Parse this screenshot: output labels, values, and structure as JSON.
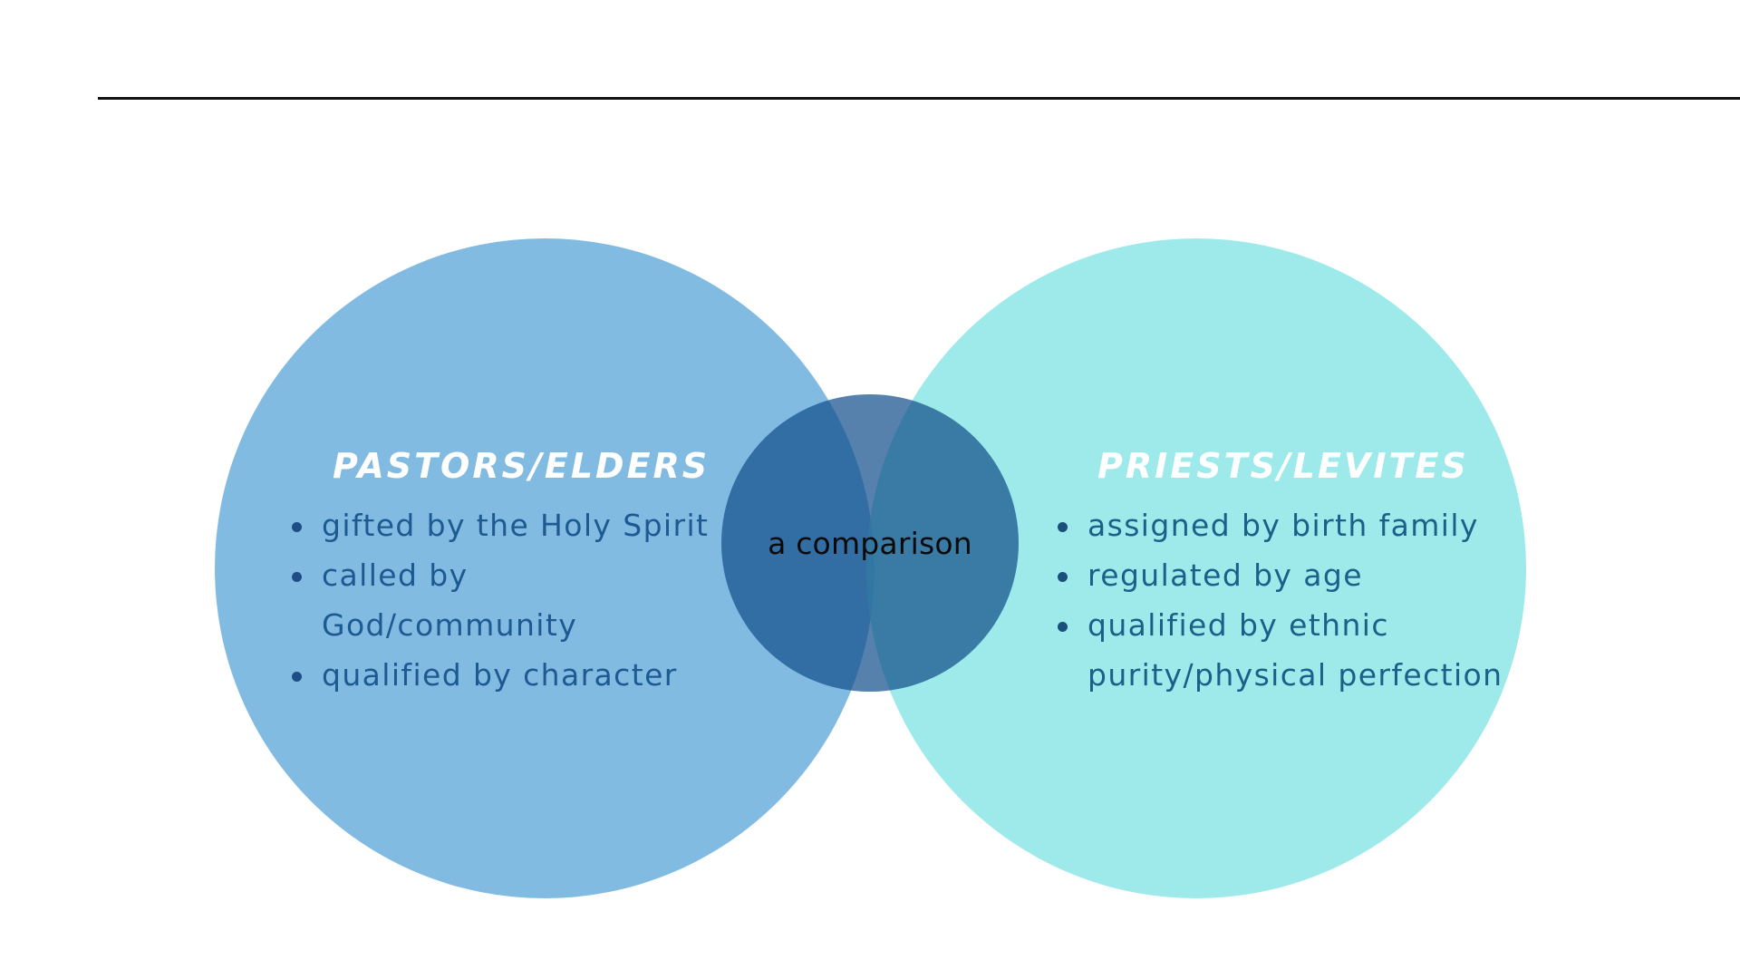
{
  "diagram": {
    "type": "venn",
    "center_label": "a comparison",
    "left": {
      "title": "PASTORS/ELDERS",
      "items": [
        "gifted by the Holy Spirit",
        "called by God/community",
        "qualified by character"
      ]
    },
    "right": {
      "title": "PRIESTS/LEVITES",
      "items": [
        "assigned by birth family",
        "regulated by age",
        "qualified by ethnic purity/physical perfection"
      ]
    }
  },
  "colors": {
    "left_circle": "#80bce3",
    "right_circle": "#9eecec",
    "center_circle": "#2e6a9e",
    "bullet_text": "#1d5a92",
    "title_text": "#ffffff",
    "rule": "#111111"
  }
}
